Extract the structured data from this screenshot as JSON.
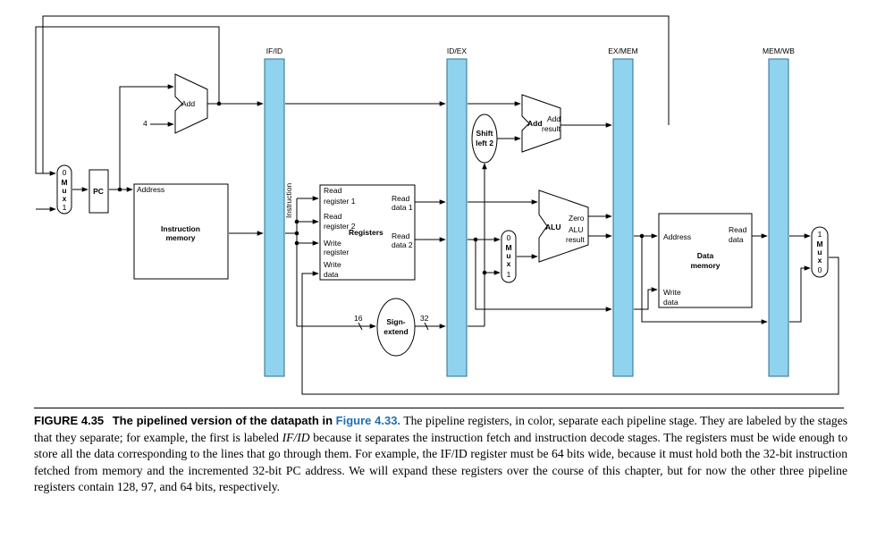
{
  "diagram": {
    "pipeline_registers": [
      "IF/ID",
      "ID/EX",
      "EX/MEM",
      "MEM/WB"
    ],
    "instruction_label": "Instruction",
    "pc": "PC",
    "add_if": "Add",
    "four": "4",
    "mux_if": [
      "0",
      "M",
      "u",
      "x",
      "1"
    ],
    "instr_mem": {
      "address": "Address",
      "name": [
        "Instruction",
        "memory"
      ]
    },
    "registers": {
      "name": "Registers",
      "read_reg1": [
        "Read",
        "register 1"
      ],
      "read_reg2": [
        "Read",
        "register 2"
      ],
      "write_reg": [
        "Write",
        "register"
      ],
      "write_data": [
        "Write",
        "data"
      ],
      "read_data1": [
        "Read",
        "data 1"
      ],
      "read_data2": [
        "Read",
        "data 2"
      ]
    },
    "sign_extend": {
      "name": [
        "Sign-",
        "extend"
      ],
      "in_width": "16",
      "out_width": "32"
    },
    "shift_left": [
      "Shift",
      "left 2"
    ],
    "add_ex": {
      "name": "Add",
      "result": [
        "Add",
        "result"
      ]
    },
    "mux_ex": [
      "0",
      "M",
      "u",
      "x",
      "1"
    ],
    "alu": {
      "name": "ALU",
      "zero": "Zero",
      "result": [
        "ALU",
        "result"
      ]
    },
    "data_mem": {
      "address": "Address",
      "write_data": [
        "Write",
        "data"
      ],
      "read_data": [
        "Read",
        "data"
      ],
      "name": [
        "Data",
        "memory"
      ]
    },
    "mux_wb": [
      "1",
      "M",
      "u",
      "x",
      "0"
    ]
  },
  "caption": {
    "figure_number": "FIGURE 4.35",
    "title_text": "The pipelined version of the datapath in",
    "title_ref": "Figure 4.33.",
    "body_1": " The pipeline registers, in color, separate each pipeline stage. They are labeled by the stages that they separate; for example, the first is labeled ",
    "body_em": "IF/ID",
    "body_2": " because it separates the instruction fetch and instruction decode stages. The registers must be wide enough to store all the data corresponding to the lines that go through them. For example, the IF/ID register must be 64 bits wide, because it must hold both the 32-bit instruction fetched from memory and the incremented 32-bit PC address. We will expand these registers over the course of this chapter, but for now the other three pipeline registers contain 128, 97, and 64 bits, respectively."
  }
}
